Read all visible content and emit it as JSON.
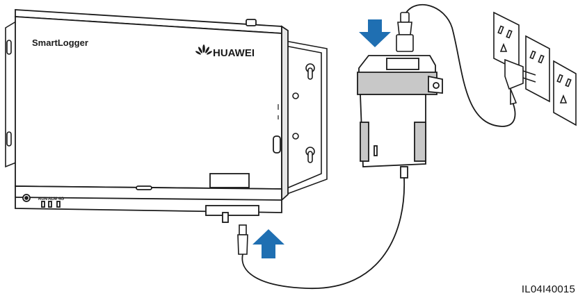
{
  "device": {
    "model_label": "SmartLogger",
    "brand_label": "HUAWEI",
    "indicators": [
      "RUN",
      "ALM",
      "4G"
    ]
  },
  "figure_id": "IL04I40015",
  "arrows": {
    "color": "#1f6fb2",
    "power_adapter_arrow": "arrow-down",
    "device_port_arrow": "arrow-up"
  },
  "colors": {
    "line": "#1a1a1a",
    "shading": "#c8c8c8",
    "highlight_arrow": "#1f6fb2"
  }
}
